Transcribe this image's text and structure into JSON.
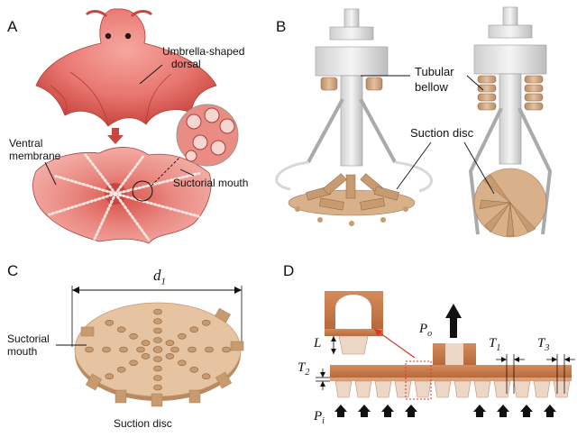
{
  "panels": {
    "a": {
      "letter": "A",
      "labels": {
        "umbrella_line1": "Umbrella-shaped",
        "umbrella_line2": "dorsal",
        "ventral_line1": "Ventral",
        "ventral_line2": "membrane",
        "suctorial_mouth": "Suctorial mouth"
      }
    },
    "b": {
      "letter": "B",
      "labels": {
        "tubular_line1": "Tubular",
        "tubular_line2": "bellow",
        "suction_disc": "Suction disc"
      }
    },
    "c": {
      "letter": "C",
      "labels": {
        "d_symbol": "d",
        "d_subscript": "1",
        "suctorial_line1": "Suctorial",
        "suctorial_line2": "mouth",
        "suction_disc": "Suction disc"
      }
    },
    "d": {
      "letter": "D",
      "labels": {
        "L": "L",
        "Po": "P",
        "Po_sub": "o",
        "T1": "T",
        "T1_sub": "1",
        "T2": "T",
        "T2_sub": "2",
        "T3": "T",
        "T3_sub": "3",
        "Pi": "P",
        "Pi_sub": "i"
      }
    }
  },
  "colors": {
    "octopus_pink": "#e8766f",
    "octopus_dark": "#c9453f",
    "tan": "#d8b08a",
    "tan_dark": "#b98a62",
    "orange_brown": "#c8794a",
    "metal_light": "#e8e8e8",
    "metal_mid": "#b8b8b8",
    "red_arrow": "#d9362e"
  }
}
